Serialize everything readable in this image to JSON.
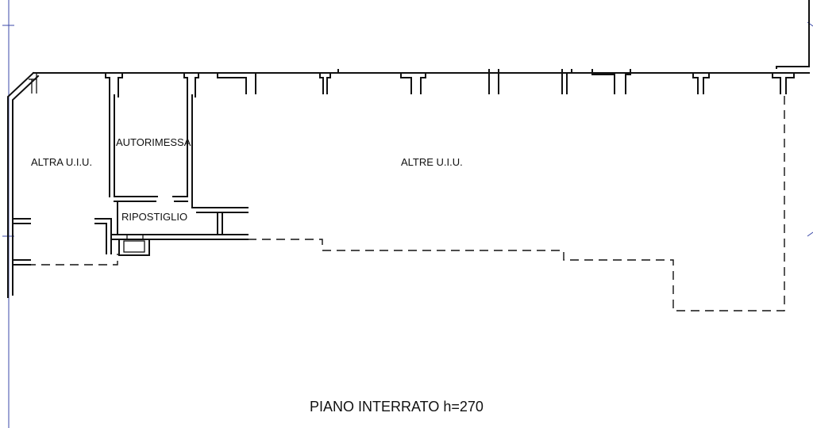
{
  "rooms": {
    "altra_uiu": "ALTRA U.I.U.",
    "autorimessa": "AUTORIMESSA",
    "altre_uiu": "ALTRE U.I.U.",
    "ripostiglio": "RIPOSTIGLIO"
  },
  "plan_title": "PIANO INTERRATO h=270"
}
